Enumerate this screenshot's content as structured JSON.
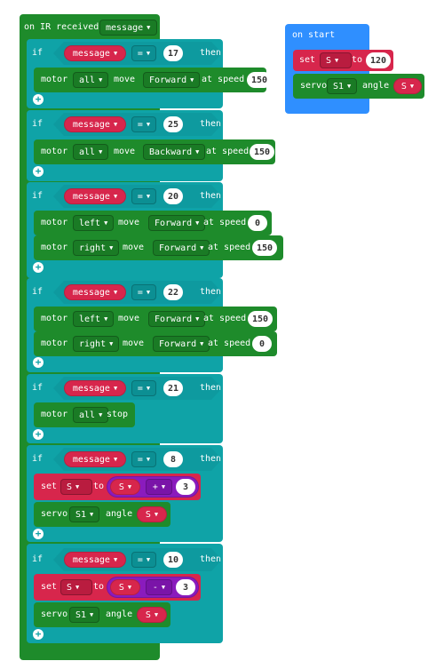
{
  "event": {
    "label": "on IR received",
    "var_dropdown": "message"
  },
  "on_start": {
    "label": "on start",
    "set_label": "set",
    "set_var": "S",
    "to_label": "to",
    "set_value": "120",
    "servo_label": "servo",
    "servo_port": "S1",
    "angle_label": "angle",
    "angle_var": "S"
  },
  "kw": {
    "if": "if",
    "then": "then",
    "motor": "motor",
    "move": "move",
    "at_speed": "at speed",
    "stop": "stop",
    "set": "set",
    "to": "to",
    "servo": "servo",
    "angle": "angle",
    "eq": "=",
    "add": "+",
    "sub": "-"
  },
  "blocks": [
    {
      "var": "message",
      "value": "17",
      "motor": "all",
      "dir": "Forward",
      "speed": "150"
    },
    {
      "var": "message",
      "value": "25",
      "motor": "all",
      "dir": "Backward",
      "speed": "150"
    },
    {
      "var": "message",
      "value": "20",
      "m1": "left",
      "d1": "Forward",
      "s1": "0",
      "m2": "right",
      "d2": "Forward",
      "s2": "150"
    },
    {
      "var": "message",
      "value": "22",
      "m1": "left",
      "d1": "Forward",
      "s1": "150",
      "m2": "right",
      "d2": "Forward",
      "s2": "0"
    },
    {
      "var": "message",
      "value": "21",
      "motor": "all"
    },
    {
      "var": "message",
      "value": "8",
      "set_var": "S",
      "op_var": "S",
      "op_num": "3",
      "servo_port": "S1",
      "angle_var": "S"
    },
    {
      "var": "message",
      "value": "10",
      "set_var": "S",
      "op_var": "S",
      "op_num": "3",
      "servo_port": "S1",
      "angle_var": "S"
    }
  ],
  "icons": {
    "dropdown": "caret-down-icon",
    "add": "plus-circle-icon"
  },
  "colors": {
    "event": "#1e8b2b",
    "logic": "#0fa3a7",
    "basic": "#2f8fff",
    "variable": "#d7264c",
    "math": "#8a1bbd"
  }
}
